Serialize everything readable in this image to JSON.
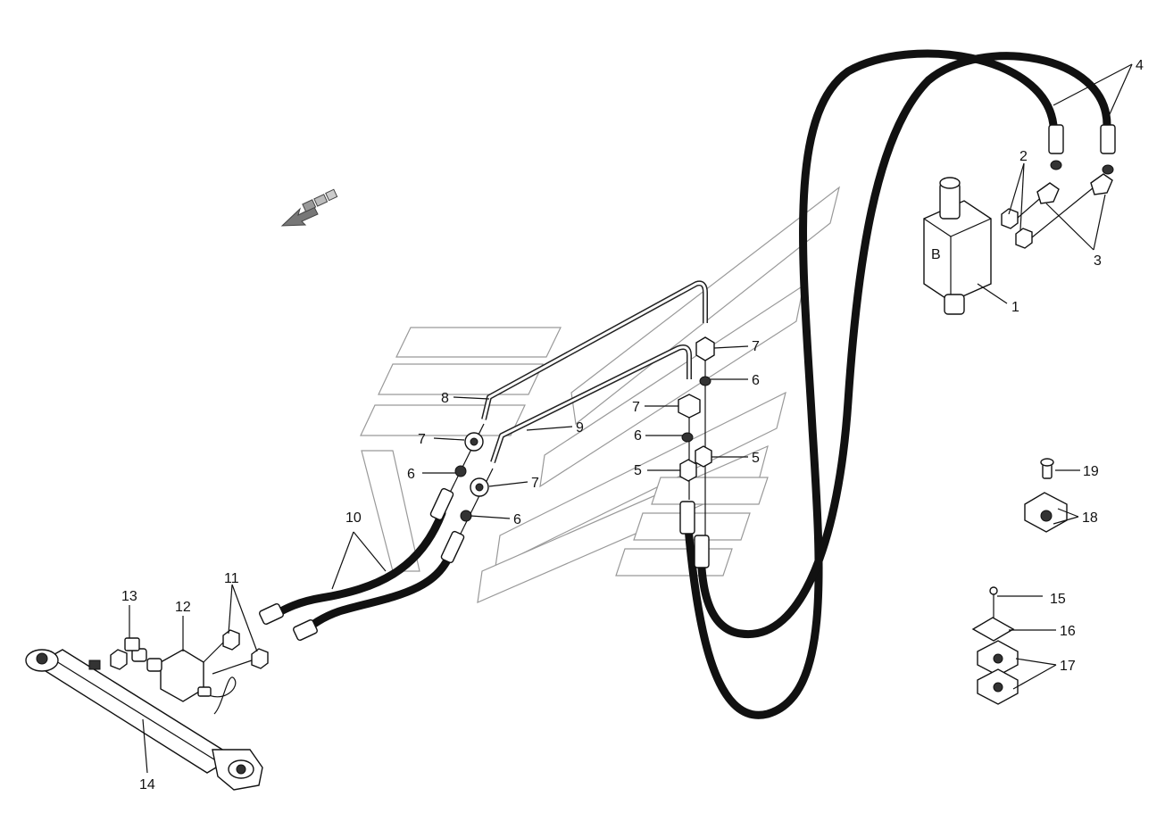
{
  "valve_marking": "B",
  "callouts": {
    "c1": "1",
    "c2": "2",
    "c3": "3",
    "c4": "4",
    "c5a": "5",
    "c5b": "5",
    "c6a": "6",
    "c6b": "6",
    "c6c": "6",
    "c6d": "6",
    "c7a": "7",
    "c7b": "7",
    "c7c": "7",
    "c7d": "7",
    "c8": "8",
    "c9": "9",
    "c10": "10",
    "c11": "11",
    "c12": "12",
    "c13": "13",
    "c14": "14",
    "c15": "15",
    "c16": "16",
    "c17": "17",
    "c18": "18",
    "c19": "19"
  }
}
